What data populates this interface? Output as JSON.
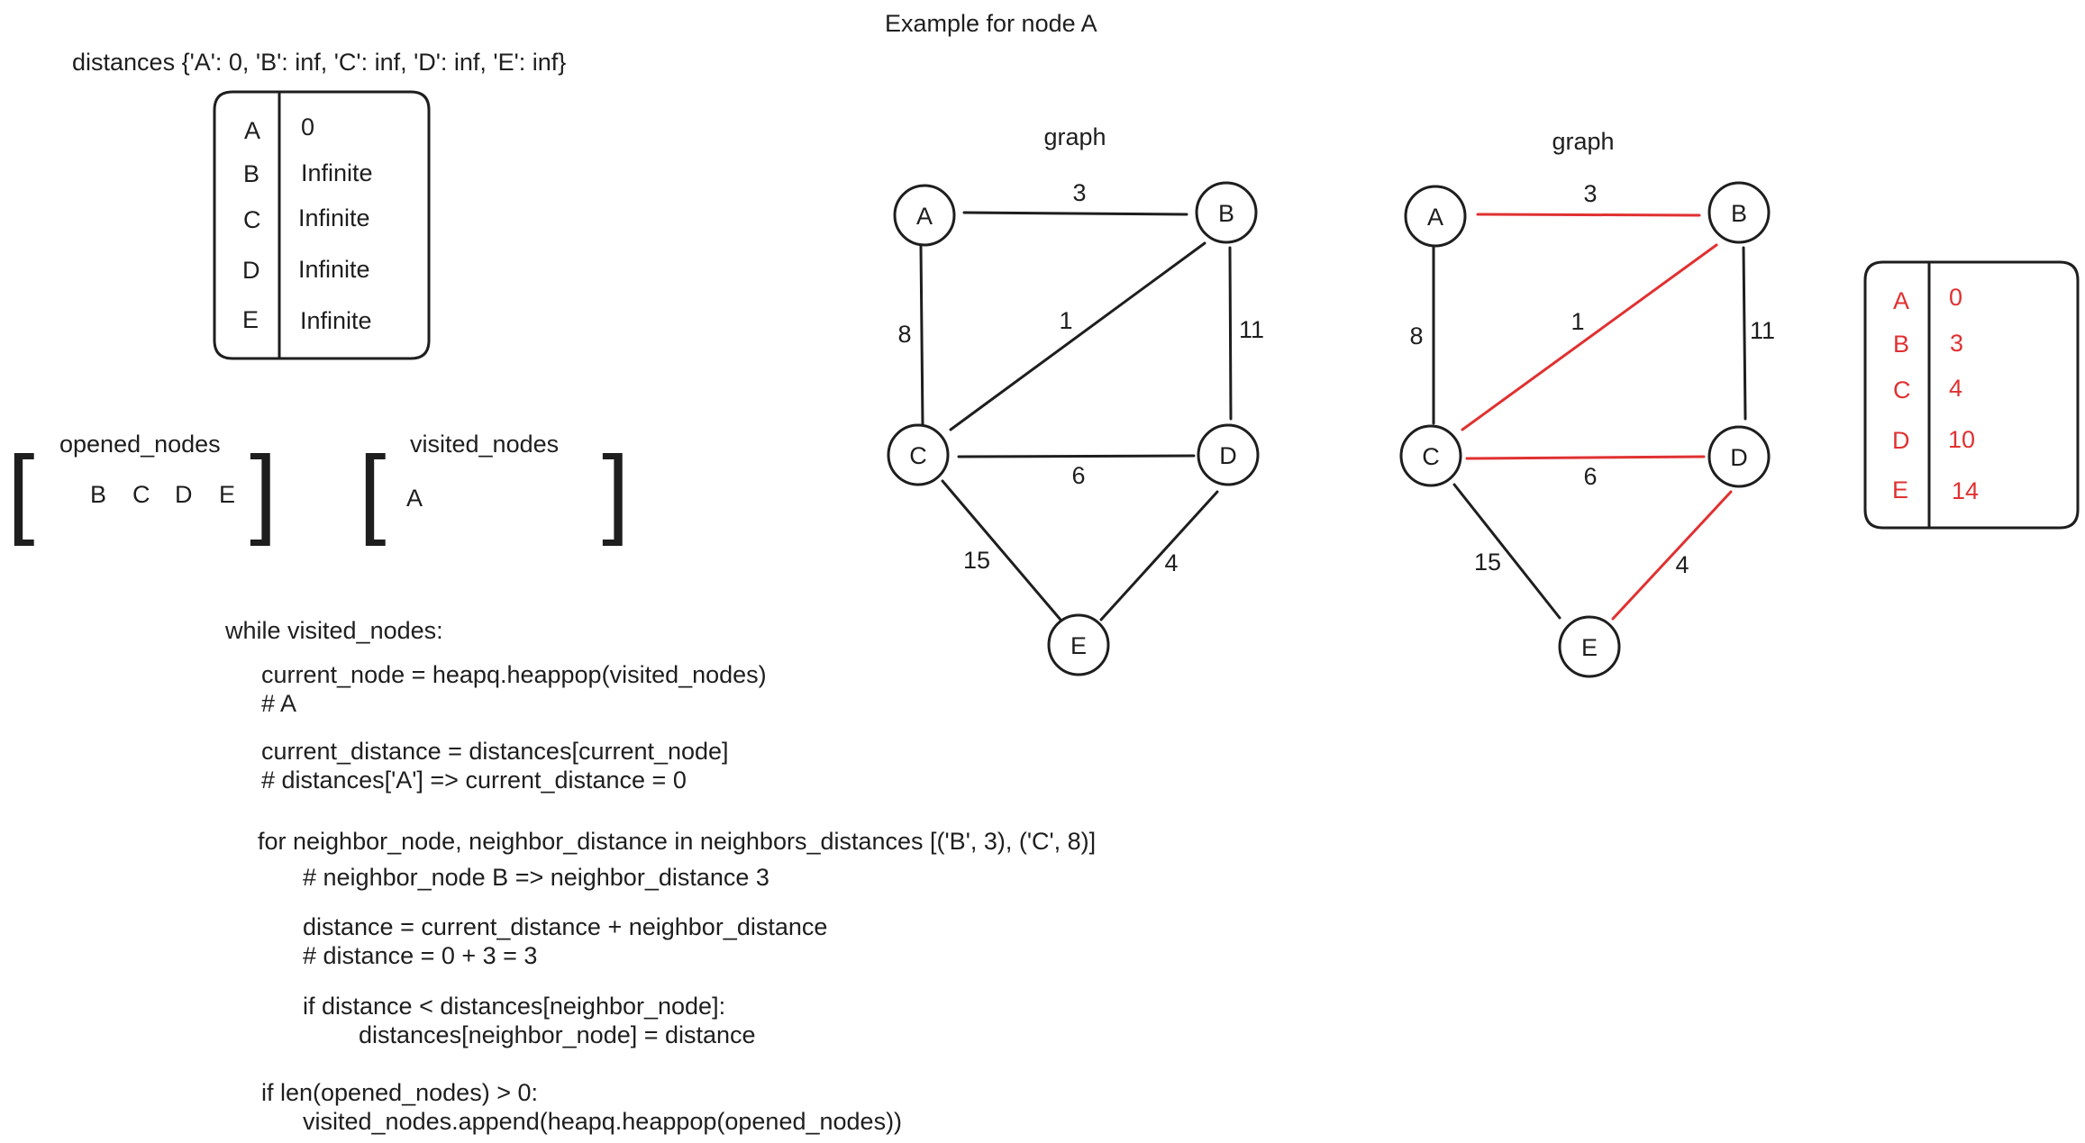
{
  "title": "Example for node A",
  "distances_label": "distances {'A': 0, 'B': inf, 'C': inf, 'D': inf, 'E': inf}",
  "table1": {
    "rows": [
      {
        "node": "A",
        "value": "0"
      },
      {
        "node": "B",
        "value": "Infinite"
      },
      {
        "node": "C",
        "value": "Infinite"
      },
      {
        "node": "D",
        "value": "Infinite"
      },
      {
        "node": "E",
        "value": "Infinite"
      }
    ]
  },
  "opened_nodes": {
    "label": "opened_nodes",
    "open_bracket": "[",
    "close_bracket": "]",
    "items": [
      "B",
      "C",
      "D",
      "E"
    ]
  },
  "visited_nodes": {
    "label": "visited_nodes",
    "open_bracket": "[",
    "close_bracket": "]",
    "items": [
      "A"
    ]
  },
  "code": [
    "while visited_nodes:",
    "current_node = heapq.heappop(visited_nodes)",
    "# A",
    "current_distance = distances[current_node]",
    "# distances['A'] => current_distance = 0",
    "for neighbor_node, neighbor_distance in neighbors_distances [('B', 3), ('C', 8)]",
    "# neighbor_node B => neighbor_distance 3",
    "distance = current_distance + neighbor_distance",
    "# distance = 0 + 3 = 3",
    "if distance < distances[neighbor_node]:",
    "distances[neighbor_node] = distance",
    "if len(opened_nodes) > 0:",
    "visited_nodes.append(heapq.heappop(opened_nodes))"
  ],
  "graph1": {
    "title": "graph",
    "nodes": [
      "A",
      "B",
      "C",
      "D",
      "E"
    ],
    "edges": [
      {
        "from": "A",
        "to": "B",
        "weight": "3",
        "highlight": false
      },
      {
        "from": "A",
        "to": "C",
        "weight": "8",
        "highlight": false
      },
      {
        "from": "B",
        "to": "C",
        "weight": "1",
        "highlight": false
      },
      {
        "from": "B",
        "to": "D",
        "weight": "11",
        "highlight": false
      },
      {
        "from": "C",
        "to": "D",
        "weight": "6",
        "highlight": false
      },
      {
        "from": "C",
        "to": "E",
        "weight": "15",
        "highlight": false
      },
      {
        "from": "D",
        "to": "E",
        "weight": "4",
        "highlight": false
      }
    ]
  },
  "graph2": {
    "title": "graph",
    "nodes": [
      "A",
      "B",
      "C",
      "D",
      "E"
    ],
    "edges": [
      {
        "from": "A",
        "to": "B",
        "weight": "3",
        "highlight": true
      },
      {
        "from": "A",
        "to": "C",
        "weight": "8",
        "highlight": false
      },
      {
        "from": "B",
        "to": "C",
        "weight": "1",
        "highlight": true
      },
      {
        "from": "B",
        "to": "D",
        "weight": "11",
        "highlight": false
      },
      {
        "from": "C",
        "to": "D",
        "weight": "6",
        "highlight": true
      },
      {
        "from": "C",
        "to": "E",
        "weight": "15",
        "highlight": false
      },
      {
        "from": "D",
        "to": "E",
        "weight": "4",
        "highlight": true
      }
    ]
  },
  "table2": {
    "rows": [
      {
        "node": "A",
        "value": "0"
      },
      {
        "node": "B",
        "value": "3"
      },
      {
        "node": "C",
        "value": "4"
      },
      {
        "node": "D",
        "value": "10"
      },
      {
        "node": "E",
        "value": "14"
      }
    ]
  },
  "colors": {
    "stroke": "#1e1e1e",
    "highlight": "#e03131"
  }
}
